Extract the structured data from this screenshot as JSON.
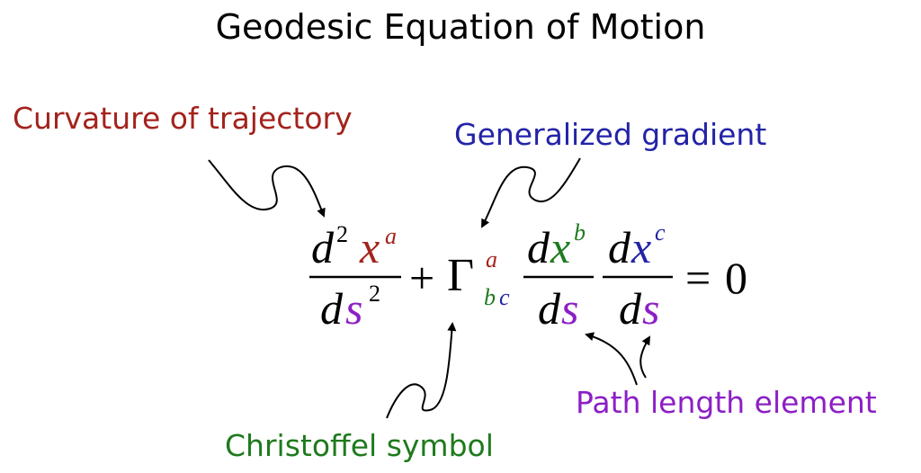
{
  "title": "Geodesic Equation of Motion",
  "labels": {
    "curvature": "Curvature of trajectory",
    "gradient": "Generalized gradient",
    "christoffel": "Christoffel symbol",
    "path_length": "Path length element"
  },
  "colors": {
    "red": "#a3231c",
    "blue": "#2323a8",
    "green": "#1e7a1e",
    "purple": "#8c1fc4",
    "black": "#000000"
  },
  "equation": {
    "d": "d",
    "two": "2",
    "x": "x",
    "a": "a",
    "s": "s",
    "plus": "+",
    "gamma": "Γ",
    "b": "b",
    "c": "c",
    "equals": "=",
    "zero": "0"
  }
}
